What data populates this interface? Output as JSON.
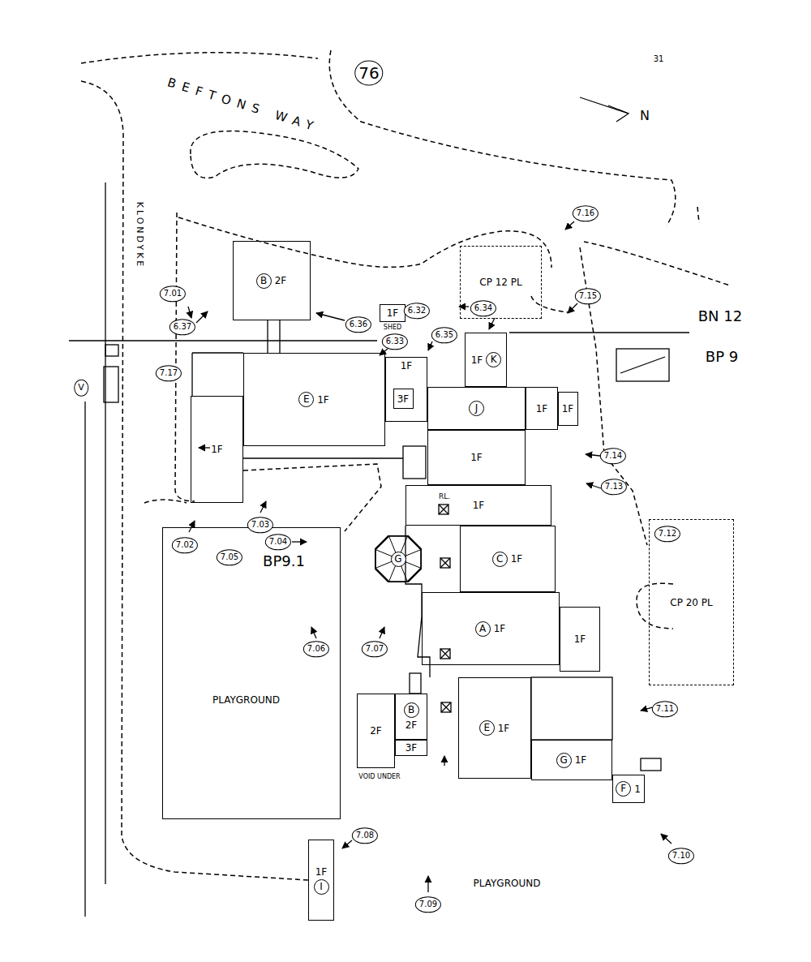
{
  "diagram": {
    "nodes": [
      {
        "text": [
          "B",
          "2F"
        ]
      },
      {
        "text": [
          "1F"
        ]
      },
      {
        "text": [
          "CP 12 PL"
        ]
      },
      {
        "text": [
          "E",
          "1F"
        ]
      },
      {
        "text": [
          "1F"
        ]
      },
      {
        "text": [
          "3F"
        ],
        "in": 4
      },
      {
        "text": [
          "1F",
          "K"
        ]
      },
      {
        "text": [
          "J"
        ]
      },
      {
        "text": [
          "1F"
        ]
      },
      {
        "text": [
          "1F"
        ]
      },
      {
        "text": [
          "1F"
        ]
      },
      {
        "text": [
          "1F"
        ]
      },
      {
        "text": [
          "1F"
        ]
      },
      {
        "text": [
          "C",
          "1F"
        ]
      },
      {
        "text": [
          "A",
          "1F"
        ]
      },
      {
        "text": [
          "1F"
        ]
      },
      {
        "text": [
          "G"
        ]
      },
      {
        "text": [
          "2F"
        ]
      },
      {
        "text": [
          "B",
          "2F"
        ]
      },
      {
        "text": [
          "3F"
        ]
      },
      {
        "text": [
          "E",
          "1F"
        ]
      },
      {
        "text": [
          "G",
          "1F"
        ]
      },
      {
        "text": [
          "F",
          "1"
        ]
      },
      {
        "text": [
          "1F",
          "I"
        ]
      },
      {
        "text": [
          "CP 20 PL"
        ]
      },
      {
        "text": [
          "PLAYGROUND"
        ]
      }
    ],
    "labels": [
      "76",
      "31",
      "N",
      "BEFTONS WAY",
      "KLONDYKE",
      "BN 12",
      "BP 9",
      "BP9.1",
      "SHED",
      "RL.",
      "VOID UNDER",
      "PLAYGROUND",
      "V",
      "7.01",
      "6.37",
      "6.36",
      "6.33",
      "6.32",
      "6.35",
      "6.34",
      "7.16",
      "7.15",
      "7.17",
      "7.14",
      "7.13",
      "7.12",
      "7.02",
      "7.03",
      "7.04",
      "7.05",
      "7.06",
      "7.07",
      "7.08",
      "7.09",
      "7.10",
      "7.11"
    ]
  }
}
